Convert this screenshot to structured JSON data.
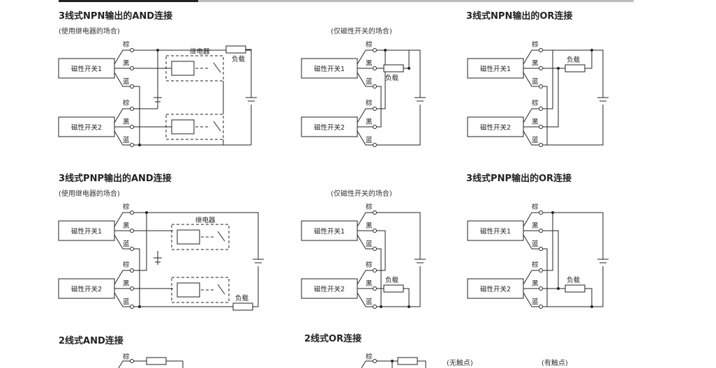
{
  "sections": {
    "npn_and": {
      "title": "3线式NPN输出的AND连接",
      "subtitle": "(使用继电器的场合)"
    },
    "npn_only": {
      "subtitle": "(仅磁性开关的场合)"
    },
    "npn_or": {
      "title": "3线式NPN输出的OR连接"
    },
    "pnp_and": {
      "title": "3线式PNP输出的AND连接",
      "subtitle": "(使用继电器的场合)"
    },
    "pnp_only": {
      "subtitle": "(仅磁性开关的场合)"
    },
    "pnp_or": {
      "title": "3线式PNP输出的OR连接"
    },
    "two_and": {
      "title": "2线式AND连接"
    },
    "two_or": {
      "title": "2线式OR连接",
      "no_contact": "(无触点)",
      "with_contact": "(有触点)"
    }
  },
  "labels": {
    "switch1": "磁性开关1",
    "switch2": "磁性开关2",
    "brown": "棕",
    "black": "黑",
    "blue": "蓝",
    "relay": "继电器",
    "load": "负载"
  }
}
